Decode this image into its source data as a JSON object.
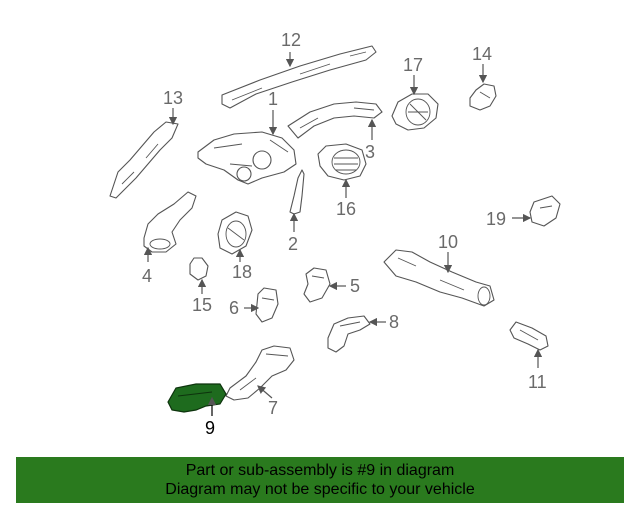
{
  "diagram": {
    "callouts": [
      "1",
      "2",
      "3",
      "4",
      "5",
      "6",
      "7",
      "8",
      "9",
      "10",
      "11",
      "12",
      "13",
      "14",
      "15",
      "16",
      "17",
      "18",
      "19"
    ],
    "highlighted_part": "9",
    "highlight_color": "#2a7a1e"
  },
  "banner": {
    "line1": "Part or sub-assembly is #9 in diagram",
    "line2": "Diagram may not be specific to your vehicle"
  }
}
